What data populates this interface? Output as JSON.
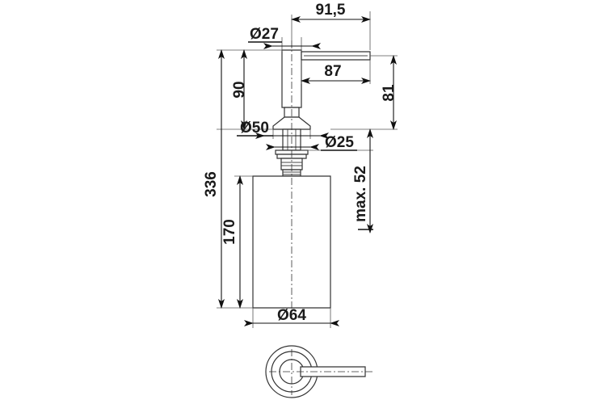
{
  "drawing": {
    "title": "Soap dispenser technical dimension drawing",
    "units": "mm",
    "views": {
      "front": "front-elevation-section",
      "top": "top-plan-view"
    },
    "dimensions": {
      "spout_reach_total": "91,5",
      "spout_reach_inner": "87",
      "spout_diameter": "Ø27",
      "pump_height": "90",
      "flange_diameter": "Ø50",
      "shank_diameter": "Ø25",
      "spout_height_from_deck": "81",
      "total_height": "336",
      "bottle_height": "170",
      "max_deck_thickness": "max. 52",
      "bottle_diameter": "Ø64"
    }
  },
  "labels": {
    "d915": "91,5",
    "d87": "87",
    "d27": "Ø27",
    "d90": "90",
    "d50": "Ø50",
    "d25": "Ø25",
    "d81": "81",
    "d336": "336",
    "d170": "170",
    "dmax52": "max. 52",
    "d64": "Ø64"
  },
  "colors": {
    "background": "#ffffff",
    "line": "#333333",
    "dimension": "#111111",
    "text": "#1a1a1a"
  }
}
